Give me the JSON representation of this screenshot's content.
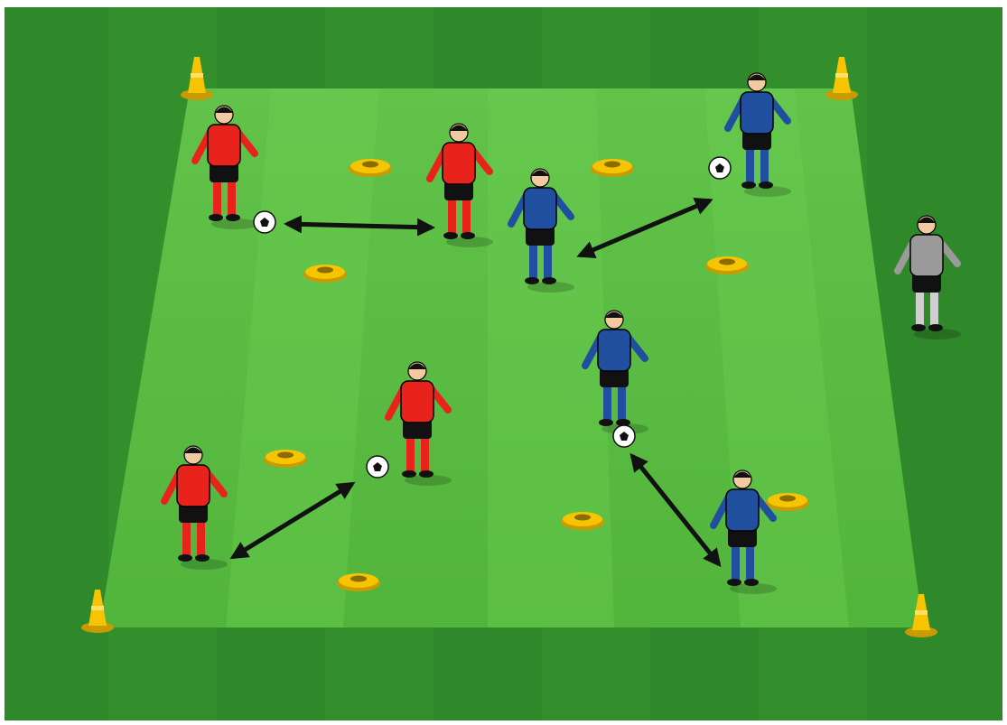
{
  "diagram": {
    "type": "football-training-drill",
    "colors": {
      "grass_dark": "#2f8a2a",
      "grass_light": "#3fa534",
      "area": "#58bf3e",
      "area_stripe": "#63c84a",
      "cone": "#f6c400",
      "cone_dark": "#c99b00",
      "disc": "#f6c400",
      "red_team": "#e8231c",
      "blue_team": "#1f4f9e",
      "coach": "#9a9a9a",
      "shorts": "#111111",
      "arrow": "#111111"
    },
    "cones": [
      {
        "name": "cone-top-left"
      },
      {
        "name": "cone-top-right"
      },
      {
        "name": "cone-bottom-left"
      },
      {
        "name": "cone-bottom-right"
      }
    ],
    "discs_count": 8,
    "players": [
      {
        "team": "red",
        "action": "passing"
      },
      {
        "team": "red",
        "action": "receiving"
      },
      {
        "team": "red",
        "action": "receiving"
      },
      {
        "team": "red",
        "action": "dribbling"
      },
      {
        "team": "blue",
        "action": "receiving"
      },
      {
        "team": "blue",
        "action": "dribbling"
      },
      {
        "team": "blue",
        "action": "dribbling"
      },
      {
        "team": "blue",
        "action": "receiving"
      }
    ],
    "coach": {
      "role": "coach"
    },
    "balls_count": 4,
    "pass_arrows_count": 4
  }
}
